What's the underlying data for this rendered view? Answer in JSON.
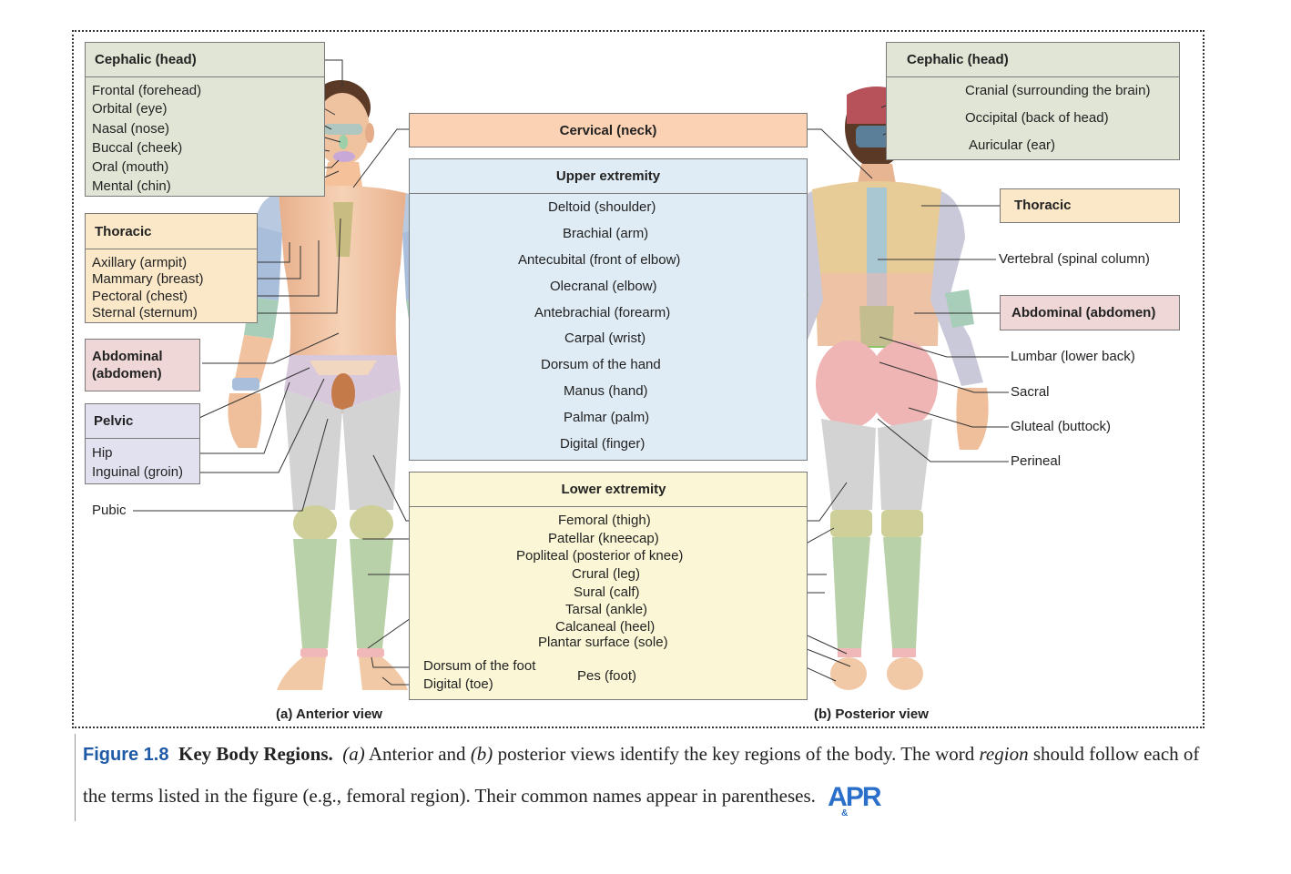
{
  "figure": {
    "anterior_caption": "(a) Anterior view",
    "posterior_caption": "(b) Posterior view",
    "anterior": {
      "cephalic_header": "Cephalic (head)",
      "cephalic_items": [
        "Frontal (forehead)",
        "Orbital (eye)",
        "Nasal (nose)",
        "Buccal (cheek)",
        "Oral (mouth)",
        "Mental (chin)"
      ],
      "thoracic_header": "Thoracic",
      "thoracic_items": [
        "Axillary (armpit)",
        "Mammary (breast)",
        "Pectoral (chest)",
        "Sternal (sternum)"
      ],
      "abdominal_header": "Abdominal (abdomen)",
      "pelvic_header": "Pelvic",
      "pelvic_items": [
        "Hip",
        "Inguinal (groin)"
      ],
      "pubic": "Pubic"
    },
    "center": {
      "cervical": "Cervical (neck)",
      "upper_header": "Upper extremity",
      "upper_items": [
        "Deltoid (shoulder)",
        "Brachial (arm)",
        "Antecubital (front of elbow)",
        "Olecranal (elbow)",
        "Antebrachial (forearm)",
        "Carpal (wrist)",
        "Dorsum of the hand",
        "Manus (hand)",
        "Palmar (palm)",
        "Digital (finger)"
      ],
      "lower_header": "Lower extremity",
      "lower_items": [
        "Femoral (thigh)",
        "Patellar (kneecap)",
        "Popliteal (posterior of knee)",
        "Crural (leg)",
        "Sural (calf)",
        "Tarsal (ankle)",
        "Calcaneal (heel)",
        "Plantar surface (sole)"
      ],
      "foot_items": [
        "Dorsum of the foot",
        "Digital (toe)"
      ],
      "pes": "Pes (foot)"
    },
    "posterior": {
      "cephalic_header": "Cephalic (head)",
      "cephalic_items": [
        "Cranial (surrounding the brain)",
        "Occipital (back of head)",
        "Auricular (ear)"
      ],
      "thoracic_header": "Thoracic",
      "vertebral": "Vertebral (spinal column)",
      "abdominal_header": "Abdominal (abdomen)",
      "abdominal_items": [
        "Lumbar (lower back)",
        "Sacral",
        "Gluteal (buttock)",
        "Perineal"
      ]
    }
  },
  "caption": {
    "figure_number": "Figure 1.8",
    "title": "Key Body Regions.",
    "part_a": "(a)",
    "text_1": " Anterior and ",
    "part_b": "(b)",
    "text_2": " posterior views identify the key regions of the body. The word ",
    "region_word": "region",
    "text_3": " should follow each of the terms listed in the figure (e.g., femoral region). Their common names appear in parentheses.",
    "badge": "APR",
    "badge_amp": "&"
  },
  "colors": {
    "skin": "#f2c5a2",
    "cephalic_box": "#e1e5d6",
    "thoracic_box": "#fbe8c9",
    "abdominal_box": "#efd7d7",
    "pelvic_box": "#e2e1ef",
    "cervical_box": "#fbd3b4",
    "upper_box": "#dfecf5",
    "lower_box": "#fbf7d6",
    "caption_blue": "#1f5aa6"
  }
}
